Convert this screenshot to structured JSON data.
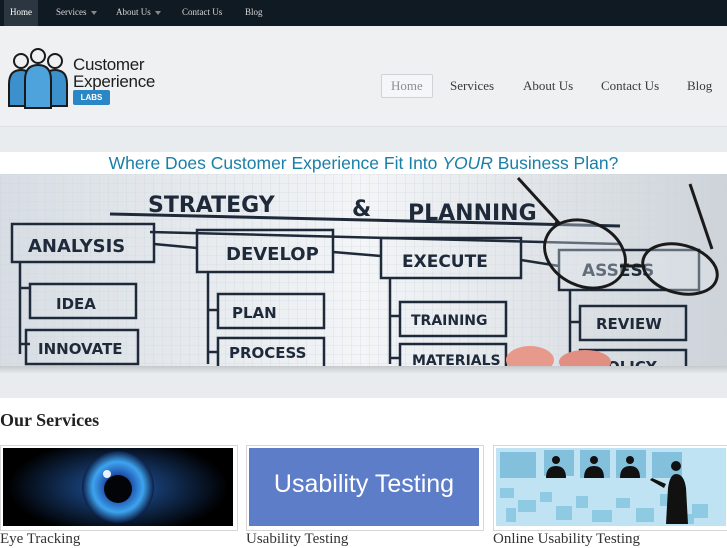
{
  "topbar": {
    "items": [
      {
        "label": "Home",
        "active": true
      },
      {
        "label": "Services",
        "dropdown": true
      },
      {
        "label": "About Us",
        "dropdown": true
      },
      {
        "label": "Contact Us"
      },
      {
        "label": "Blog"
      }
    ]
  },
  "logo": {
    "line1": "Customer",
    "line2": "Experience",
    "badge": "LABS"
  },
  "mainnav": {
    "items": [
      "Home",
      "Services",
      "About Us",
      "Contact Us",
      "Blog"
    ],
    "active": "Home"
  },
  "hero": {
    "title_prefix": "Where Does Customer Experience Fit Into ",
    "title_emphasis": "YOUR",
    "title_suffix": " Business Plan?",
    "whiteboard": {
      "heading1": "STRATEGY",
      "amp": "&",
      "heading2": "PLANNING",
      "columns": [
        "ANALYSIS",
        "DEVELOP",
        "EXECUTE",
        "ASSESS"
      ],
      "sub_analysis": [
        "IDEA",
        "INNOVATE"
      ],
      "sub_develop": [
        "PLAN",
        "PROCESS"
      ],
      "sub_execute": [
        "TRAINING",
        "MATERIALS"
      ],
      "sub_assess": [
        "REVIEW",
        "POLICY"
      ]
    }
  },
  "services": {
    "title": "Our Services",
    "cards": [
      {
        "label": "Eye Tracking",
        "thumb": "eye-image"
      },
      {
        "label": "Usability Testing",
        "thumb_text": "Usability Testing"
      },
      {
        "label": "Online Usability Testing",
        "thumb": "virtual-meeting-image"
      }
    ]
  },
  "colors": {
    "topbar_bg": "#101a23",
    "header_bg": "#eef0f2",
    "hero_title": "#1a7fa8",
    "logo_blue": "#2b86c5",
    "usability_bg": "#5e7dc8"
  }
}
